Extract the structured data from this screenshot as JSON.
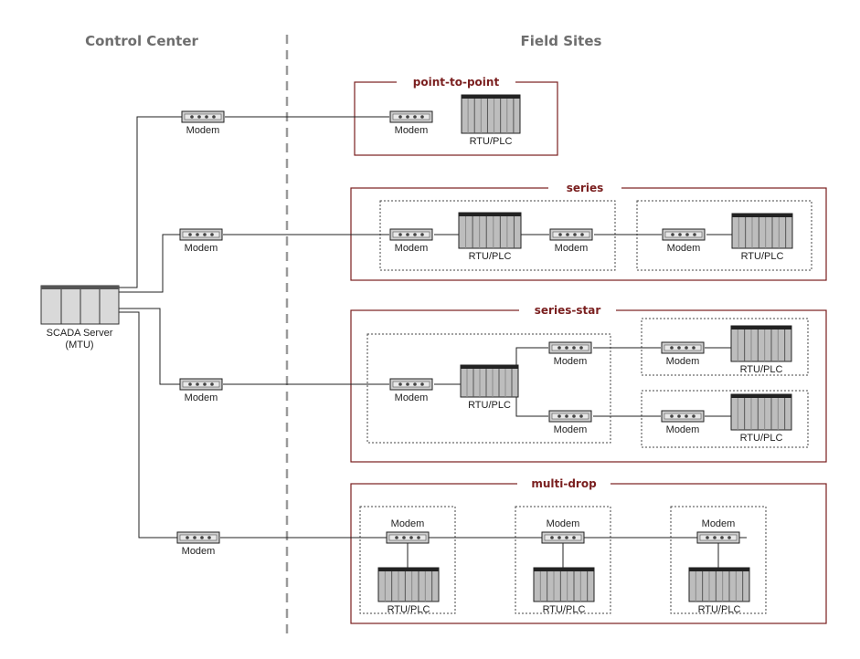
{
  "headers": {
    "control_center": "Control Center",
    "field_sites": "Field Sites"
  },
  "server": {
    "line1": "SCADA Server",
    "line2": "(MTU)"
  },
  "labels": {
    "modem": "Modem",
    "rtu": "RTU/PLC"
  },
  "groups": {
    "point_to_point": "point-to-point",
    "series": "series",
    "series_star": "series-star",
    "multi_drop": "multi-drop"
  },
  "colors": {
    "group_border": "#7a1f1f",
    "title": "#7a1f1f",
    "divider": "#9a9a9a",
    "line": "#222222"
  }
}
